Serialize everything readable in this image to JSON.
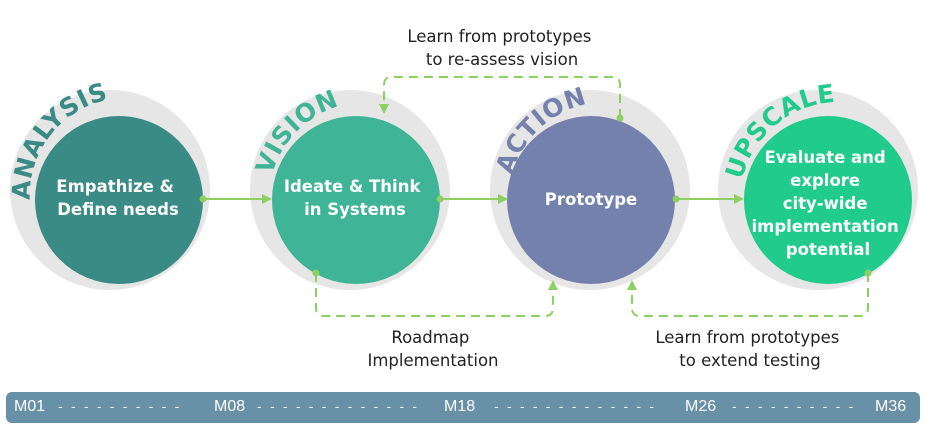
{
  "phases": [
    {
      "label": "ANALYSIS",
      "lines": [
        "Empathize &",
        "Define needs"
      ],
      "color": "#3a8a86",
      "label_color": "#3a8a86"
    },
    {
      "label": "VISION",
      "lines": [
        "Ideate & Think",
        "in Systems"
      ],
      "color": "#3fb497",
      "label_color": "#3fb497"
    },
    {
      "label": "ACTION",
      "lines": [
        "Prototype"
      ],
      "color": "#7581ad",
      "label_color": "#7581ad"
    },
    {
      "label": "UPSCALE",
      "lines": [
        "Evaluate and",
        "explore",
        "city-wide",
        "implementation",
        "potential"
      ],
      "color": "#20cb8c",
      "label_color": "#20cb8c"
    }
  ],
  "feedback_notes": {
    "top": [
      "Learn from prototypes",
      "to re-assess vision"
    ],
    "bottom_left": [
      "Roadmap",
      "Implementation"
    ],
    "bottom_right": [
      "Learn from prototypes",
      "to extend testing"
    ]
  },
  "colors": {
    "outer_ring": "#e6e6e6",
    "connector": "#8cd062",
    "timeline_bg": "#6890a6"
  },
  "timeline": {
    "milestones": [
      "M01",
      "M08",
      "M18",
      "M26",
      "M36"
    ]
  }
}
